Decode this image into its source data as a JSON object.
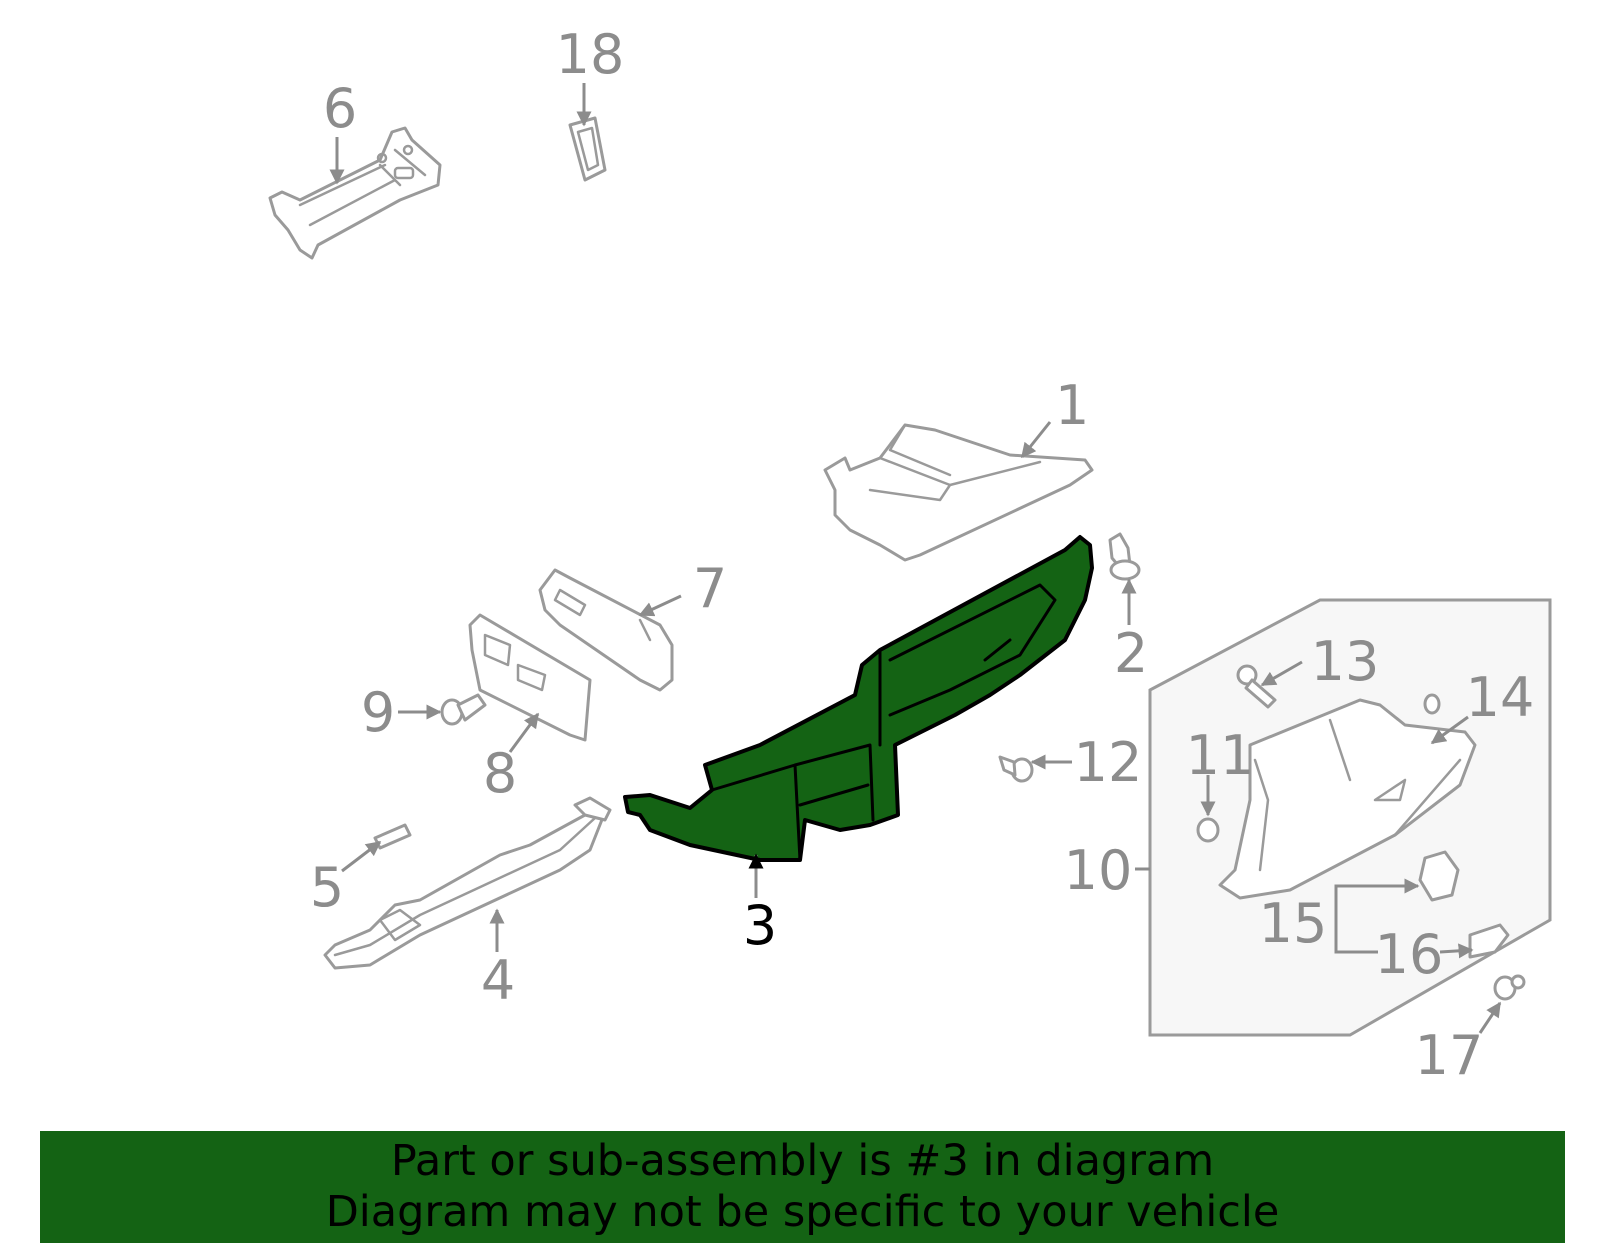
{
  "diagram": {
    "highlighted_part": "3",
    "highlight_color": "#146314",
    "line_color": "#9a9a9a",
    "callouts": [
      {
        "id": "c1",
        "label": "1"
      },
      {
        "id": "c2",
        "label": "2"
      },
      {
        "id": "c3",
        "label": "3"
      },
      {
        "id": "c4",
        "label": "4"
      },
      {
        "id": "c5",
        "label": "5"
      },
      {
        "id": "c6",
        "label": "6"
      },
      {
        "id": "c7",
        "label": "7"
      },
      {
        "id": "c8",
        "label": "8"
      },
      {
        "id": "c9",
        "label": "9"
      },
      {
        "id": "c10",
        "label": "10"
      },
      {
        "id": "c11",
        "label": "11"
      },
      {
        "id": "c12",
        "label": "12"
      },
      {
        "id": "c13",
        "label": "13"
      },
      {
        "id": "c14",
        "label": "14"
      },
      {
        "id": "c15",
        "label": "15"
      },
      {
        "id": "c16",
        "label": "16"
      },
      {
        "id": "c17",
        "label": "17"
      },
      {
        "id": "c18",
        "label": "18"
      }
    ]
  },
  "banner": {
    "line1": "Part or sub-assembly is #3 in diagram",
    "line2": "Diagram may not be specific to your vehicle",
    "background": "#146314"
  }
}
